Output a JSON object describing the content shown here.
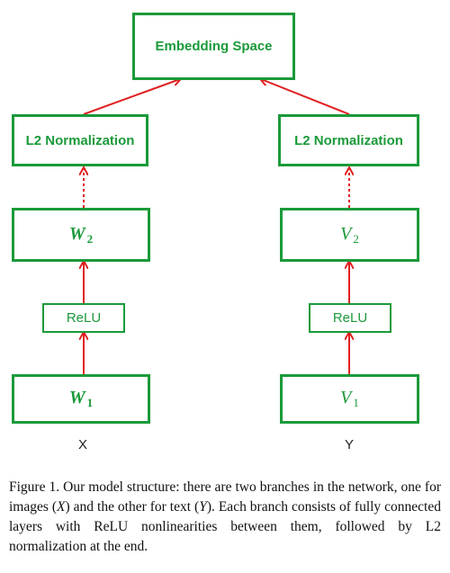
{
  "diagram": {
    "top": {
      "label": "Embedding Space"
    },
    "left_branch": {
      "norm": "L2 Normalization",
      "upper": {
        "symbol": "W",
        "subscript": "2"
      },
      "relu": "ReLU",
      "lower": {
        "symbol": "W",
        "subscript": "1"
      },
      "input": "X"
    },
    "right_branch": {
      "norm": "L2 Normalization",
      "upper": {
        "symbol": "V",
        "subscript": "2"
      },
      "relu": "ReLU",
      "lower": {
        "symbol": "V",
        "subscript": "1"
      },
      "input": "Y"
    },
    "colors": {
      "box": "#1a9a3a",
      "arrow": "#e02020"
    }
  },
  "caption": {
    "prefix": "Figure 1. Our model structure: there are two branches in the network, one for images (",
    "x_symbol": "X",
    "middle": ") and the other for text (",
    "y_symbol": "Y",
    "suffix": "). Each branch consists of fully connected layers with ReLU nonlinearities between them, followed by L2 normalization at the end."
  }
}
